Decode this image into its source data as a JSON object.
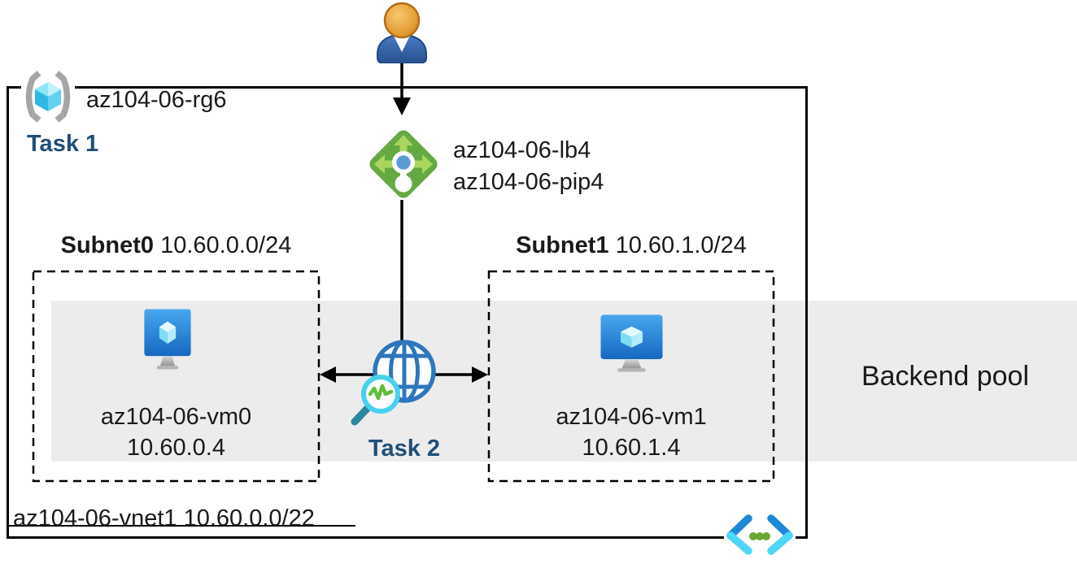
{
  "resource_group": {
    "name": "az104-06-rg6",
    "task_label": "Task 1",
    "icon": "resource-group-icon"
  },
  "user": {
    "icon": "user-icon"
  },
  "load_balancer": {
    "name": "az104-06-lb4",
    "public_ip_name": "az104-06-pip4",
    "icon": "load-balancer-icon"
  },
  "health_probe": {
    "task_label": "Task 2",
    "icon": "globe-health-probe-icon"
  },
  "subnets": [
    {
      "name": "Subnet0",
      "cidr": "10.60.0.0/24",
      "vm_name": "az104-06-vm0",
      "vm_ip": "10.60.0.4"
    },
    {
      "name": "Subnet1",
      "cidr": "10.60.1.0/24",
      "vm_name": "az104-06-vm1",
      "vm_ip": "10.60.1.4"
    }
  ],
  "backend_pool_label": "Backend pool",
  "vnet": {
    "label": "az104-06-vnet1 10.60.0.0/22",
    "icon": "virtual-network-icon"
  },
  "colors": {
    "task_text": "#1F4E79",
    "backend_band": "#ECECEC",
    "lb_green": "#65A943",
    "lb_arrow_green": "#AAD65F",
    "lb_center_blue": "#5B9BD5",
    "globe_blue": "#2E76BC",
    "magnifier_cyan": "#47D1EE",
    "probe_zigzag_green": "#62BD3B",
    "vnet_bracket_dark": "#1E88D6",
    "vnet_bracket_light": "#50D6FA",
    "vnet_dots_green": "#68A832",
    "vm_monitor_blue": "#2B8FDD",
    "cube_cyan": "#5ED0F0",
    "rg_bracket_gray": "#A5A5A5"
  }
}
